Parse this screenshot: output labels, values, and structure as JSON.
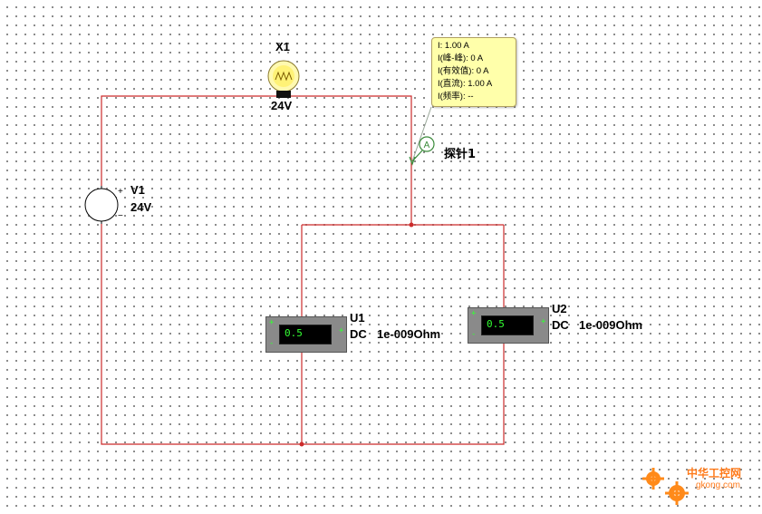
{
  "lamp": {
    "name": "X1",
    "rating": "24V"
  },
  "source": {
    "name": "V1",
    "value": "24V",
    "plus": "+",
    "minus": "−"
  },
  "probe": {
    "name": "探针1",
    "symbol": "A",
    "readings": [
      "I: 1.00 A",
      "I(峰-峰): 0 A",
      "I(有效值): 0 A",
      "I(直流): 1.00 A",
      "I(频率): --"
    ]
  },
  "meters": [
    {
      "name": "U1",
      "display": "0.5",
      "mode": "DC",
      "resistance": "1e-009Ohm"
    },
    {
      "name": "U2",
      "display": "0.5",
      "mode": "DC",
      "resistance": "1e-009Ohm"
    }
  ],
  "watermark": {
    "line1": "中华工控网",
    "line2": "gkong.com"
  },
  "colors": {
    "wire": "#cc2b2b",
    "probe": "#3a8a3a",
    "meter_body": "#8a8a8a",
    "readout": "#33ff33",
    "tooltip": "#ffffaa"
  }
}
